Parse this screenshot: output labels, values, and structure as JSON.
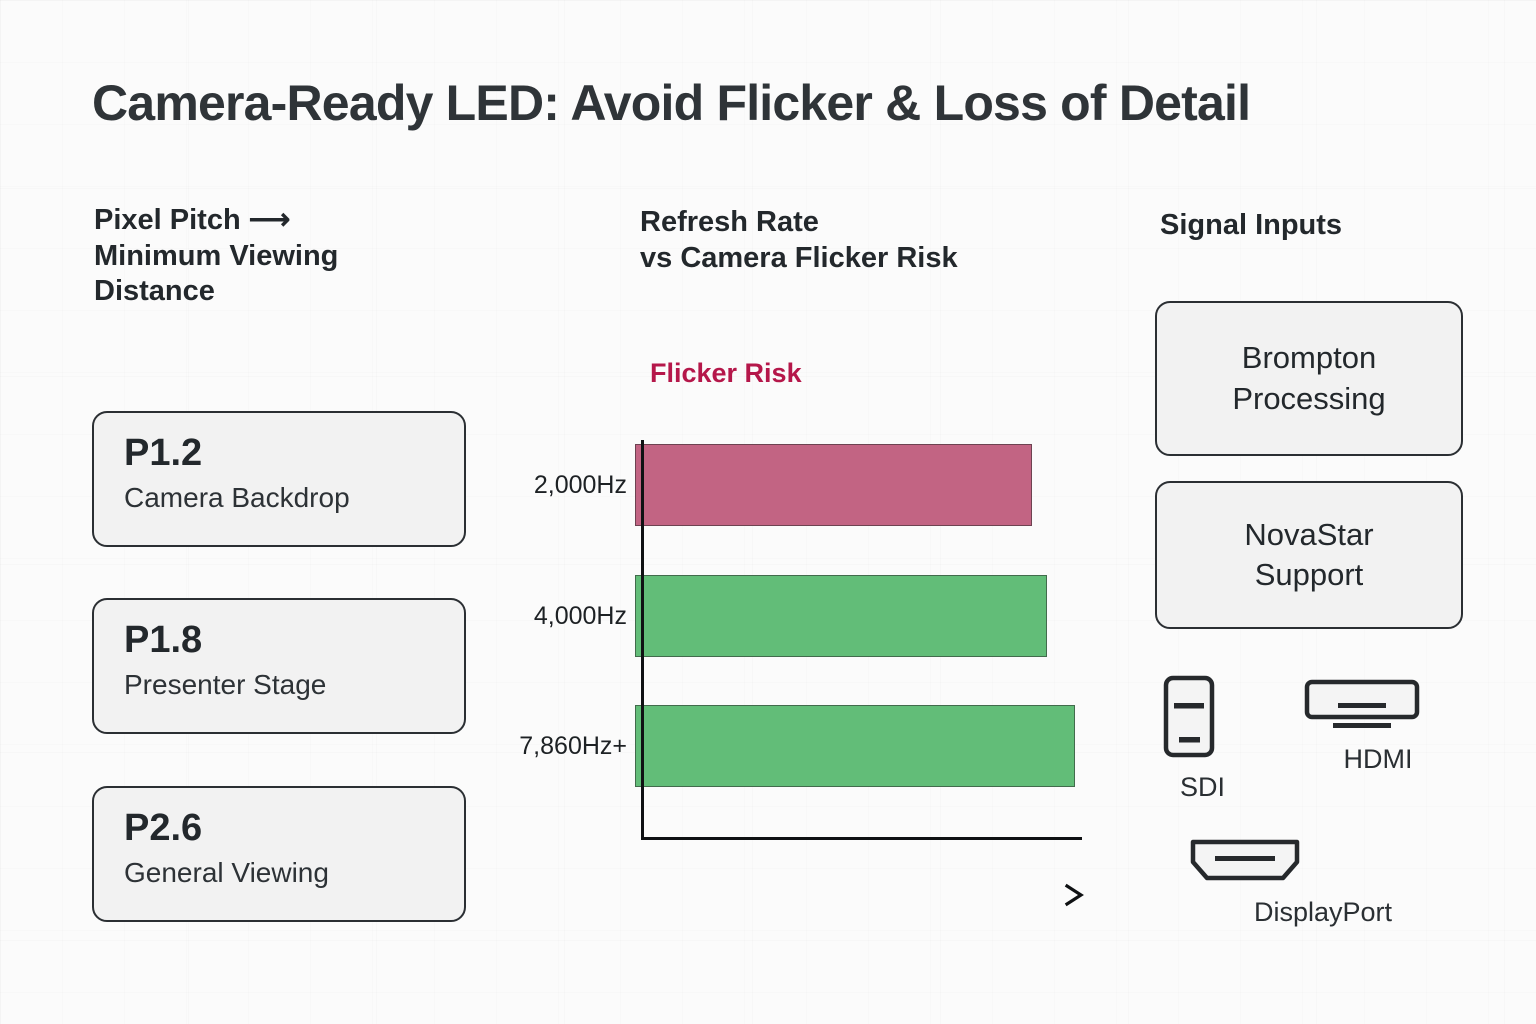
{
  "title": "Camera-Ready LED: Avoid Flicker & Loss of Detail",
  "colors": {
    "background": "#fbfbfb",
    "ink": "#23282c",
    "card_fill": "#f2f2f2",
    "card_border": "#2b2f33",
    "flicker_risk_accent": "#b5174a",
    "bar_high_risk": "#c26483",
    "bar_safe": "#62bd78",
    "axis": "#0f1113"
  },
  "columns": {
    "pixel_pitch": {
      "heading": "Pixel Pitch ⟶ Minimum Viewing Distance",
      "heading_lines": [
        "Pixel Pitch ⟶",
        "Minimum Viewing",
        "Distance"
      ],
      "cards": [
        {
          "value": "P1.2",
          "label": "Camera Backdrop"
        },
        {
          "value": "P1.8",
          "label": "Presenter Stage"
        },
        {
          "value": "P2.6",
          "label": "General Viewing"
        }
      ]
    },
    "refresh_rate": {
      "heading": "Refresh Rate vs Camera Flicker Risk",
      "heading_lines": [
        "Refresh Rate",
        "vs Camera Flicker Risk"
      ],
      "legend_label": "Flicker Risk"
    },
    "signal_inputs": {
      "heading": "Signal Inputs",
      "cards": [
        {
          "label": "Brompton Processing",
          "lines": [
            "Brompton",
            "Processing"
          ]
        },
        {
          "label": "NovaStar Support",
          "lines": [
            "NovaStar",
            "Support"
          ]
        }
      ],
      "connectors": [
        {
          "label": "SDI",
          "icon": "sdi-connector-icon"
        },
        {
          "label": "HDMI",
          "icon": "hdmi-connector-icon"
        },
        {
          "label": "DisplayPort",
          "icon": "displayport-connector-icon"
        }
      ]
    }
  },
  "chart_data": {
    "type": "bar",
    "orientation": "horizontal",
    "title": "Refresh Rate vs Camera Flicker Risk",
    "xlabel": "",
    "ylabel": "",
    "legend_entries": [
      "Flicker Risk"
    ],
    "legend_position": "above-plot-left",
    "grid": false,
    "categories": [
      "2,000Hz",
      "4,000Hz",
      "7,860Hz+"
    ],
    "values": [
      397,
      412,
      440
    ],
    "value_unit": "px bar length",
    "bar_colors": [
      "#c26483",
      "#62bd78",
      "#62bd78"
    ],
    "risk_levels": [
      "high",
      "low",
      "low"
    ],
    "xlim": [
      0,
      460
    ],
    "axis_arrow": true
  }
}
